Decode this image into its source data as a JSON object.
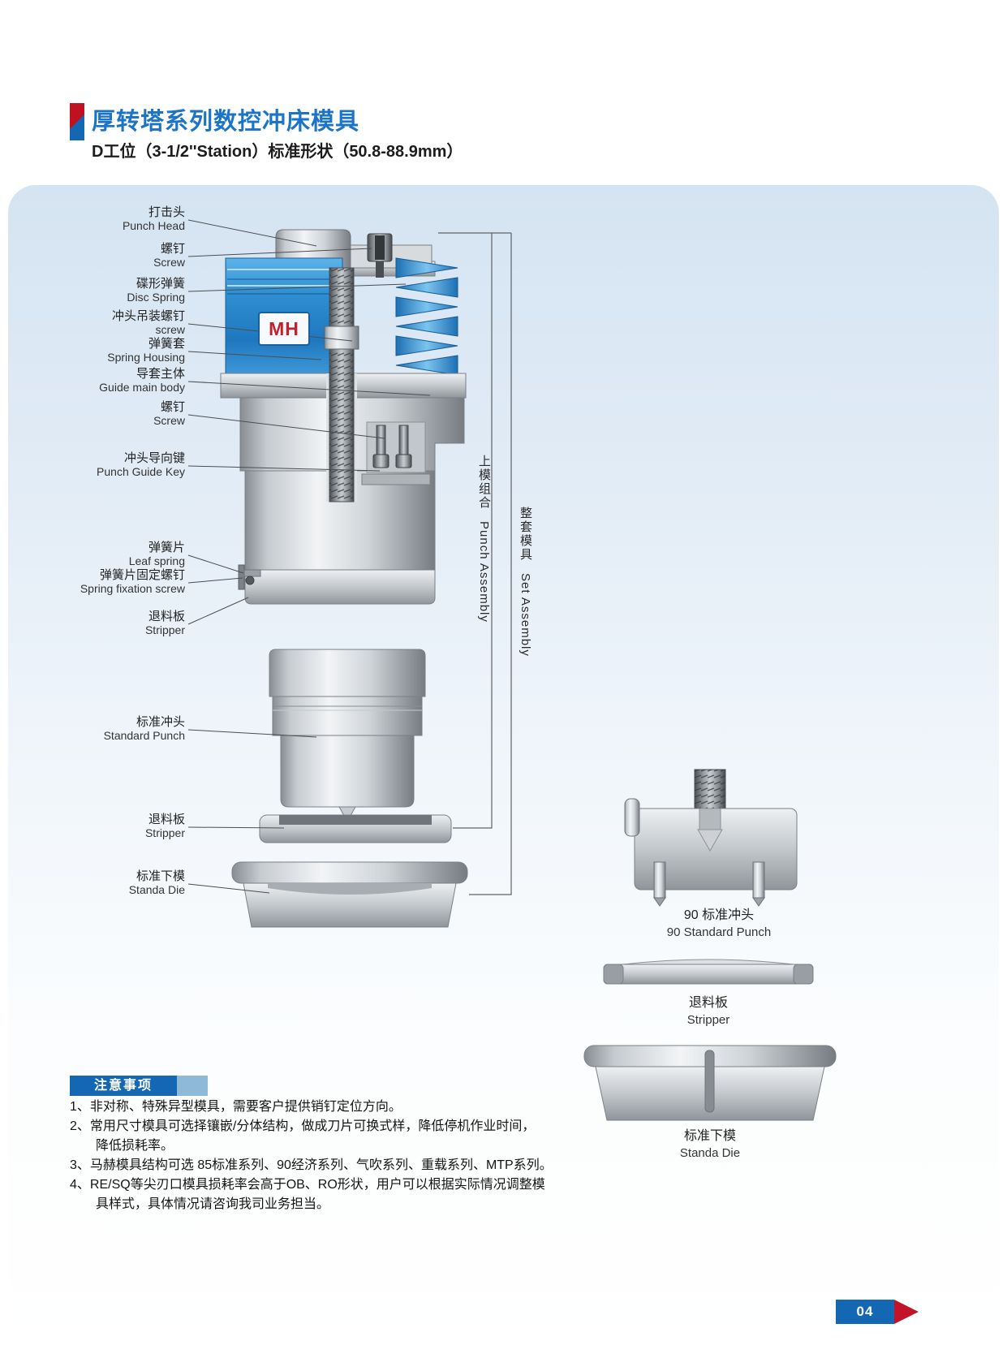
{
  "header": {
    "title": "厚转塔系列数控冲床模具",
    "subtitle": "D工位（3-1/2''Station）标准形状（50.8-88.9mm）"
  },
  "diagram": {
    "logo": "MH",
    "labels": [
      {
        "zh": "打击头",
        "en": "Punch Head"
      },
      {
        "zh": "螺钉",
        "en": "Screw"
      },
      {
        "zh": "碟形弹簧",
        "en": "Disc Spring"
      },
      {
        "zh": "冲头吊装螺钉",
        "en": "screw"
      },
      {
        "zh": "弹簧套",
        "en": "Spring Housing"
      },
      {
        "zh": "导套主体",
        "en": "Guide main body"
      },
      {
        "zh": "螺钉",
        "en": "Screw"
      },
      {
        "zh": "冲头导向键",
        "en": "Punch Guide Key"
      },
      {
        "zh": "弹簧片",
        "en": "Leaf spring"
      },
      {
        "zh": "弹簧片固定螺钉",
        "en": "Spring fixation screw"
      },
      {
        "zh": "退料板",
        "en": "Stripper"
      },
      {
        "zh": "标准冲头",
        "en": "Standard Punch"
      },
      {
        "zh": "退料板",
        "en": "Stripper"
      },
      {
        "zh": "标准下模",
        "en": "Standa Die"
      }
    ],
    "brackets": [
      {
        "zh": "上模组合",
        "en": "Punch Assembly"
      },
      {
        "zh": "整套模具",
        "en": "Set Assembly"
      }
    ]
  },
  "side_parts": [
    {
      "zh": "90 标准冲头",
      "en": "90 Standard Punch"
    },
    {
      "zh": "退料板",
      "en": "Stripper"
    },
    {
      "zh": "标准下模",
      "en": "Standa Die"
    }
  ],
  "notice": {
    "title": "注意事项",
    "items": [
      "1、非对称、特殊异型模具，需要客户提供销钉定位方向。",
      "2、常用尺寸模具可选择镶嵌/分体结构，做成刀片可换式样，降低停机作业时间，\n降低损耗率。",
      "3、马赫模具结构可选 85标准系列、90经济系列、气吹系列、重载系列、MTP系列。",
      "4、RE/SQ等尖刃口模具损耗率会高于OB、RO形状，用户可以根据实际情况调整模\n具样式，具体情况请咨询我司业务担当。"
    ]
  },
  "footer": {
    "page": "04"
  }
}
